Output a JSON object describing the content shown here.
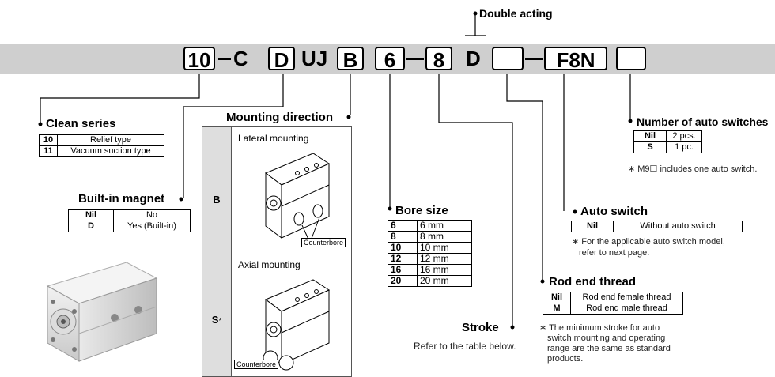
{
  "header": {
    "double_acting": "Double acting"
  },
  "code": {
    "p10": "10",
    "sep_c": "C",
    "p_d": "D",
    "p_uj": "UJ",
    "p_b": "B",
    "p_6": "6",
    "p_8": "8",
    "p_d2": "D",
    "p_f8n": "F8N"
  },
  "clean": {
    "title": "Clean series",
    "rows": [
      {
        "k": "10",
        "v": "Relief type"
      },
      {
        "k": "11",
        "v": "Vacuum suction type"
      }
    ]
  },
  "magnet": {
    "title": "Built-in magnet",
    "rows": [
      {
        "k": "Nil",
        "v": "No"
      },
      {
        "k": "D",
        "v": "Yes (Built-in)"
      }
    ]
  },
  "mounting": {
    "title": "Mounting direction",
    "rows": [
      {
        "k": "B",
        "label": "Lateral mounting",
        "callout": "Counterbore"
      },
      {
        "k": "S",
        "suffix": "*",
        "label": "Axial mounting",
        "callout": "Counterbore"
      }
    ]
  },
  "bore": {
    "title": "Bore size",
    "rows": [
      {
        "k": "6",
        "v": "6 mm"
      },
      {
        "k": "8",
        "v": "8 mm"
      },
      {
        "k": "10",
        "v": "10 mm"
      },
      {
        "k": "12",
        "v": "12 mm"
      },
      {
        "k": "16",
        "v": "16 mm"
      },
      {
        "k": "20",
        "v": "20 mm"
      }
    ]
  },
  "stroke": {
    "title": "Stroke",
    "note": "Refer to the table below."
  },
  "switches": {
    "title": "Number of auto switches",
    "rows": [
      {
        "k": "Nil",
        "v": "2 pcs."
      },
      {
        "k": "S",
        "v": "1 pc."
      }
    ],
    "note": "∗ M9☐ includes one auto switch."
  },
  "autoswitch": {
    "title": "Auto switch",
    "rows": [
      {
        "k": "Nil",
        "v": "Without auto switch"
      }
    ],
    "note1": "∗ For the applicable auto switch model,",
    "note2": "refer to next page."
  },
  "rod": {
    "title": "Rod end thread",
    "rows": [
      {
        "k": "Nil",
        "v": "Rod end female thread"
      },
      {
        "k": "M",
        "v": "Rod end male thread"
      }
    ],
    "note1": "∗ The minimum stroke for auto",
    "note2": "switch mounting and operating",
    "note3": "range are the same as standard",
    "note4": "products."
  }
}
